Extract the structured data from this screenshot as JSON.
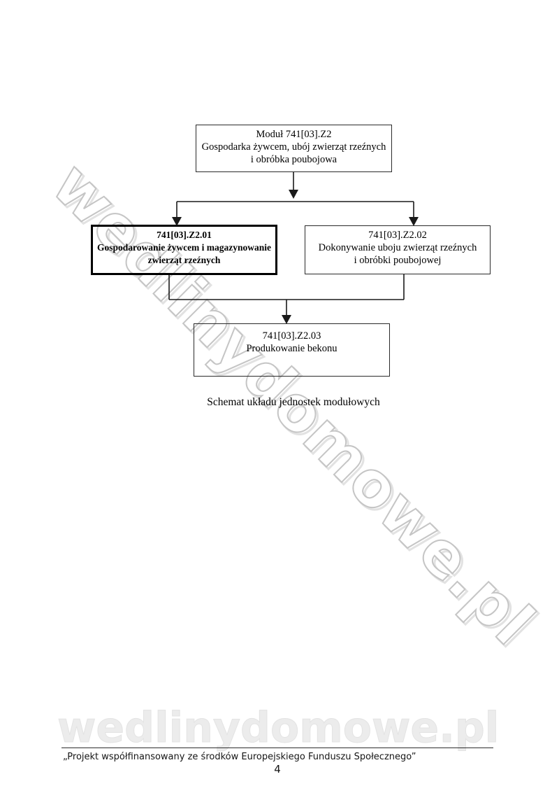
{
  "document": {
    "footer_text": "„Projekt współfinansowany ze środków Europejskiego Funduszu Społecznego”",
    "page_number": "4"
  },
  "watermark": {
    "text": "wedlinydomowe.pl"
  },
  "colors": {
    "diagram_line": "#1a1a1a",
    "watermark_outline": "#c5c5c5",
    "watermark_bottom": "#ececec"
  },
  "diagram": {
    "caption": "Schemat układu jednostek modułowych",
    "nodes": [
      {
        "id": "module-z2",
        "emphasis": false,
        "lines": [
          "Moduł 741[03].Z2",
          "Gospodarka żywcem, ubój zwierząt rzeźnych",
          "i obróbka poubojowa"
        ]
      },
      {
        "id": "unit-z2-01",
        "emphasis": true,
        "lines": [
          "741[03].Z2.01",
          "Gospodarowanie żywcem i magazynowanie",
          "zwierząt rzeźnych"
        ]
      },
      {
        "id": "unit-z2-02",
        "emphasis": false,
        "lines": [
          "741[03].Z2.02",
          "Dokonywanie uboju zwierząt rzeźnych",
          "i obróbki poubojowej"
        ]
      },
      {
        "id": "unit-z2-03",
        "emphasis": false,
        "lines": [
          "741[03].Z2.03",
          "Produkowanie bekonu"
        ]
      }
    ]
  }
}
